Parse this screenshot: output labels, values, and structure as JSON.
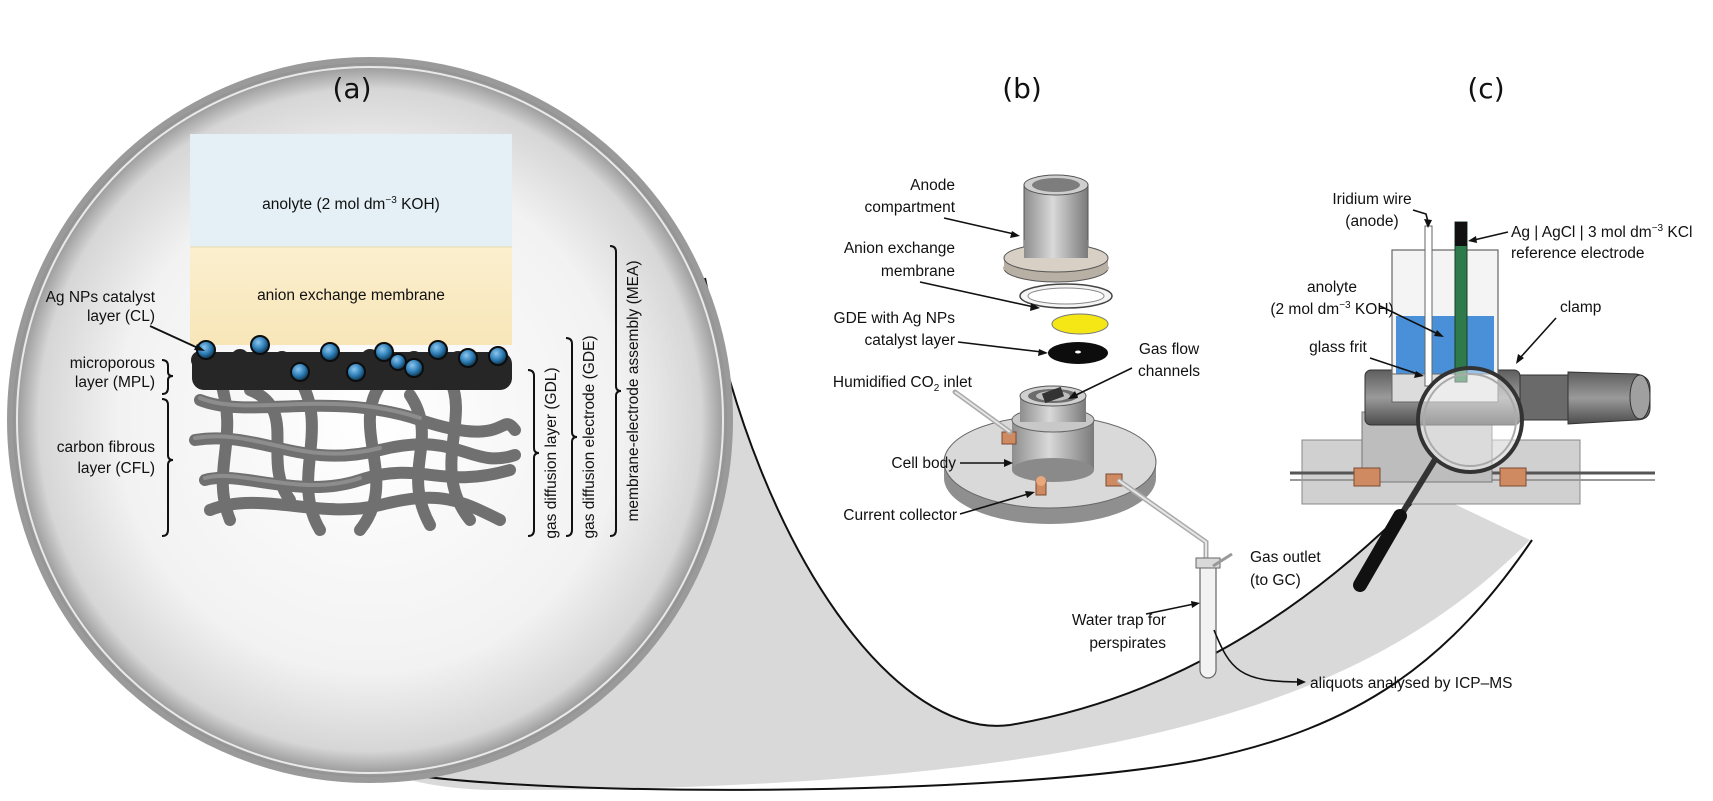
{
  "panels": {
    "a": "(a)",
    "b": "(b)",
    "c": "(c)"
  },
  "panel_a": {
    "anolyte": {
      "pre": "anolyte (2 mol dm",
      "sup": "−3",
      "post": " KOH)"
    },
    "membrane": "anion exchange membrane",
    "left_labels": {
      "cl_line1": "Ag NPs catalyst",
      "cl_line2": "layer (CL)",
      "mpl_line1": "microporous",
      "mpl_line2": "layer (MPL)",
      "cfl_line1": "carbon fibrous",
      "cfl_line2": "layer (CFL)"
    },
    "right_labels": {
      "gdl": "gas diffusion layer (GDL)",
      "gde": "gas diffusion electrode (GDE)",
      "mea": "membrane-electrode assembly (MEA)"
    }
  },
  "panel_b": {
    "anode_line1": "Anode",
    "anode_line2": "compartment",
    "aem_line1": "Anion exchange",
    "aem_line2": "membrane",
    "gde_line1": "GDE with Ag NPs",
    "gde_line2": "catalyst layer",
    "inlet": {
      "pre": "Humidified CO",
      "sub": "2",
      "post": " inlet"
    },
    "gasflow_line1": "Gas flow",
    "gasflow_line2": "channels",
    "cell_body": "Cell body",
    "current_collector": "Current collector",
    "outlet_line1": "Gas outlet",
    "outlet_line2": "(to GC)",
    "trap_line1": "Water trap for",
    "trap_line2": "perspirates",
    "aliquots": "aliquots analysed by ICP–MS"
  },
  "panel_c": {
    "iridium_line1": "Iridium wire",
    "iridium_line2": "(anode)",
    "ref_line1": {
      "pre": "Ag | AgCl | 3 mol dm",
      "sup": "−3",
      "post": " KCl"
    },
    "ref_line2": "reference electrode",
    "anolyte_line1": "anolyte",
    "anolyte_line2": {
      "pre": "(2 mol dm",
      "sup": "−3",
      "post": " KOH)"
    },
    "clamp": "clamp",
    "frit": "glass frit"
  },
  "colors": {
    "anolyte": "#e3eef6",
    "membrane": "#fbeec7",
    "np": "#2f7fb8",
    "electrolyte": "#4a90d9",
    "yellow_disc": "#f5e616",
    "copper": "#d08a62",
    "lens_bg": "#c8c8c8"
  }
}
